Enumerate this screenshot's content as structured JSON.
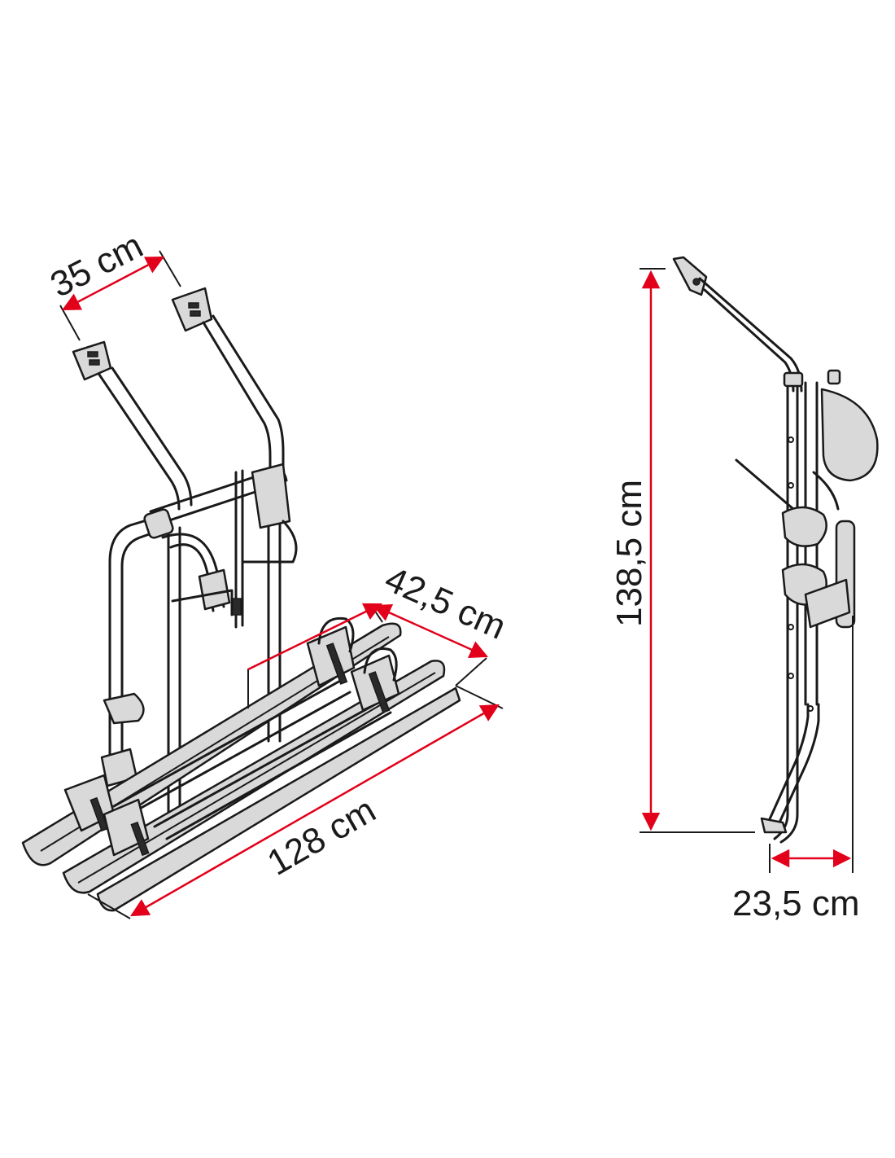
{
  "colors": {
    "dimension_line": "#e2001a",
    "drawing_stroke": "#1a1a1a",
    "drawing_fill": "#d9d9d9"
  },
  "dimensions": {
    "arm_spacing": "35 cm",
    "rail_spacing": "42,5 cm",
    "rail_length": "128 cm",
    "height": "138,5 cm",
    "depth": "23,5 cm"
  }
}
